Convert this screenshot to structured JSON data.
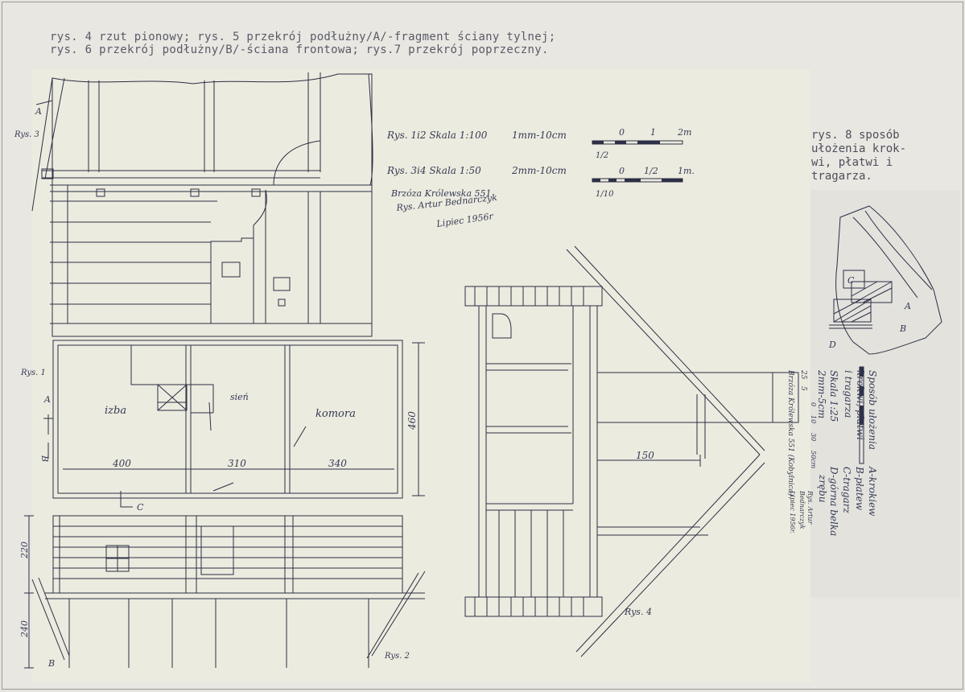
{
  "header": {
    "line1": "rys. 4 rzut pionowy; rys. 5 przekrój podłużny/A/-fragment ściany tylnej;",
    "line2": "rys. 6 przekrój podłużny/B/-ściana frontowa; rys.7 przekrój poprzeczny."
  },
  "side_note": {
    "line1": "rys. 8 sposób",
    "line2": "ułożenia krok-",
    "line3": "wi, płatwi i",
    "line4": "tragarza."
  },
  "scales": {
    "s1": "Rys. 1i2  Skala 1:100",
    "s1b": "1mm-10cm",
    "s1_ticks": [
      "0",
      "1",
      "2m"
    ],
    "s1_frac": "1/2",
    "s2": "Rys. 3i4  Skala 1:50",
    "s2b": "2mm-10cm",
    "s2_ticks": [
      "0",
      "1/2",
      "1m."
    ],
    "s2_frac": "1/10"
  },
  "credits": {
    "place": "Brzóza Królewska 551",
    "author": "Rys. Artur Bednarczyk",
    "date": "Lipiec 1956r"
  },
  "labels": {
    "rys1": "Rys. 1",
    "rys2": "Rys. 2",
    "rys3": "Rys. 3",
    "rys4": "Rys. 4",
    "izba": "izba",
    "sien": "sień",
    "komora": "komora",
    "dim_400": "400",
    "dim_310": "310",
    "dim_340": "340",
    "dim_460": "460",
    "dim_150": "150",
    "dim_220": "220",
    "dim_240": "240",
    "sec_a": "A",
    "sec_b": "B",
    "sec_c": "C",
    "rys3_a": "A"
  },
  "detail": {
    "title1": "Sposób ułożenia",
    "title2": "krokwi, płatwi",
    "title3": "i tragarza",
    "scale": "Skala 1:25",
    "scale2": "2mm-5cm",
    "legend_a": "A-krokiew",
    "legend_b": "B-płatew",
    "legend_c": "C-tragarz",
    "legend_d": "D-górna belka",
    "legend_d2": "zrębu",
    "place": "Brzóza Królewska 551 (Kobylnica)",
    "author1": "Rys. Artur",
    "author2": "Bednarczyk",
    "date": "Lipiec 1956r.",
    "ticks": [
      "0",
      "10",
      "30",
      "50cm"
    ],
    "nums": [
      "25",
      "5"
    ],
    "letters": [
      "A",
      "B",
      "C",
      "D"
    ]
  },
  "colors": {
    "ink": "#2c2f45",
    "paper": "#ecebdf",
    "typewriter": "#5a5a66"
  }
}
